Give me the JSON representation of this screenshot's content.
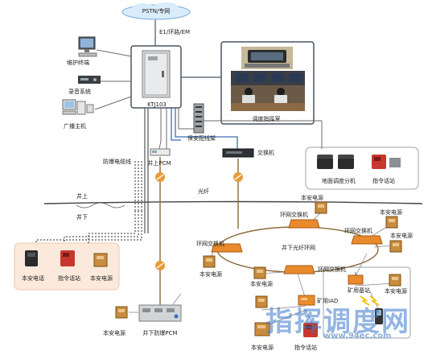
{
  "labels": {
    "pstn": "PSTN/专网",
    "e1": "E1/环路/EM",
    "maintenance_terminal": "维护终端",
    "recording_system": "录音系统",
    "broadcast_host": "广播主机",
    "ktj103": "KTJ103",
    "dispatch_room": "调度指挥室",
    "protection_frame": "保安配线架",
    "switch": "交换机",
    "surface_extension": "地面调度分机",
    "command_phone": "指令话站",
    "explosion_cable": "防爆电缆线",
    "above_pcm": "井上PCM",
    "fiber": "光纤",
    "above_ground": "井上",
    "below_ground": "井下",
    "ring_switch_top": "环网交换机",
    "ring_switch_right": "环网交换机",
    "ring_switch_left": "环网交换机",
    "ring_switch_bottom": "环网交换机",
    "ring_name": "井下光纤环网",
    "safety_power": "本安电源",
    "intrinsic_phone": "本安电话",
    "mine_iad": "矿用IAD",
    "mine_base_station": "矿用基站",
    "below_pcm": "井下防爆PCM"
  },
  "watermark": {
    "main": "指挥调度网",
    "sub": "www.94ec.com"
  },
  "colors": {
    "device_orange": "#e98a2c",
    "power_box": "#c98b3e",
    "cable_gray": "#6b6b6b",
    "cable_blue": "#3a6fb5",
    "red_phone": "#c8372d",
    "dotted_cable": "#2c2c2c",
    "fiber_line": "#8a6a3a",
    "left_panel_bg": "#fbe9dc"
  }
}
